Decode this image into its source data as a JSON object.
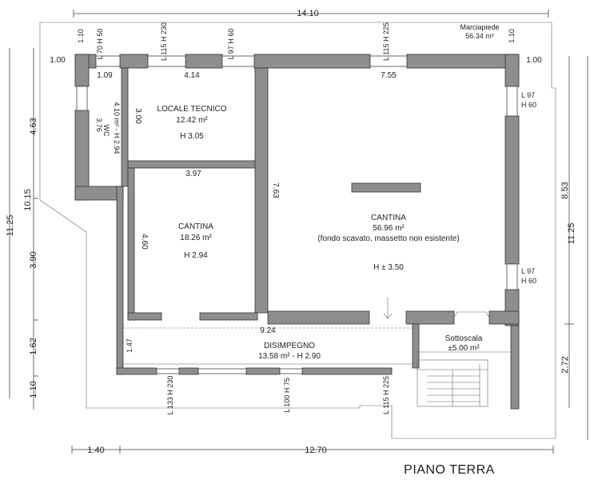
{
  "title": "PIANO TERRA",
  "dims": {
    "top_total": "14.10",
    "bottom_left": "1.40",
    "bottom_total": "12.70",
    "left_outer": "11.25",
    "left_mid": "10.15",
    "left_a": "4.63",
    "left_b": "3.90",
    "left_c": "1.62",
    "left_d": "1.10",
    "left_top_small": "1.00",
    "right_top_small": "1.00",
    "right_outer": "11.25",
    "right_a": "8.53",
    "right_b": "2.72",
    "top_left_small": "1.10",
    "top_right_small": "1.10",
    "wc_width": "1.09",
    "lt_width": "4.14",
    "cantina_big_width": "7.55",
    "lt_height": "3.00",
    "cantina_small_width": "3.97",
    "cantina_small_height": "4.60",
    "cantina_big_height": "7.63",
    "corridor_width": "9.24",
    "corridor_height": "1.47",
    "wc_height": "3.76"
  },
  "windows": {
    "w1": "L 70  H 50",
    "w2": "L 115  H 230",
    "w3": "L 97  H 60",
    "w4": "L 115  H 225",
    "w5": "L 97",
    "w5b": "H 60",
    "w6": "L 97",
    "w6b": "H 60",
    "w7": "L 133  H 230",
    "w8": "L 100  H 75",
    "w9": "L 115  H 225"
  },
  "rooms": {
    "marciapiede": {
      "name": "Marciapiede",
      "area": "56.34 m²"
    },
    "locale_tecnico": {
      "name": "LOCALE TECNICO",
      "area": "12.42 m²",
      "h": "H 3.05"
    },
    "wc": {
      "name": "WC",
      "area": "4.10 m² - H 2.94"
    },
    "cantina_small": {
      "name": "CANTINA",
      "area": "18.26 m²",
      "h": "H 2.94"
    },
    "cantina_big": {
      "name": "CANTINA",
      "area": "56.96 m²",
      "note": "(fondo scavato, massetto non esistente)",
      "h": "H ± 3.50"
    },
    "disimpegno": {
      "name": "DISIMPEGNO",
      "area": "13.58 m² - H 2.90"
    },
    "sottoscala": {
      "name": "Sottoscala",
      "area": "±5.00 m²"
    }
  }
}
